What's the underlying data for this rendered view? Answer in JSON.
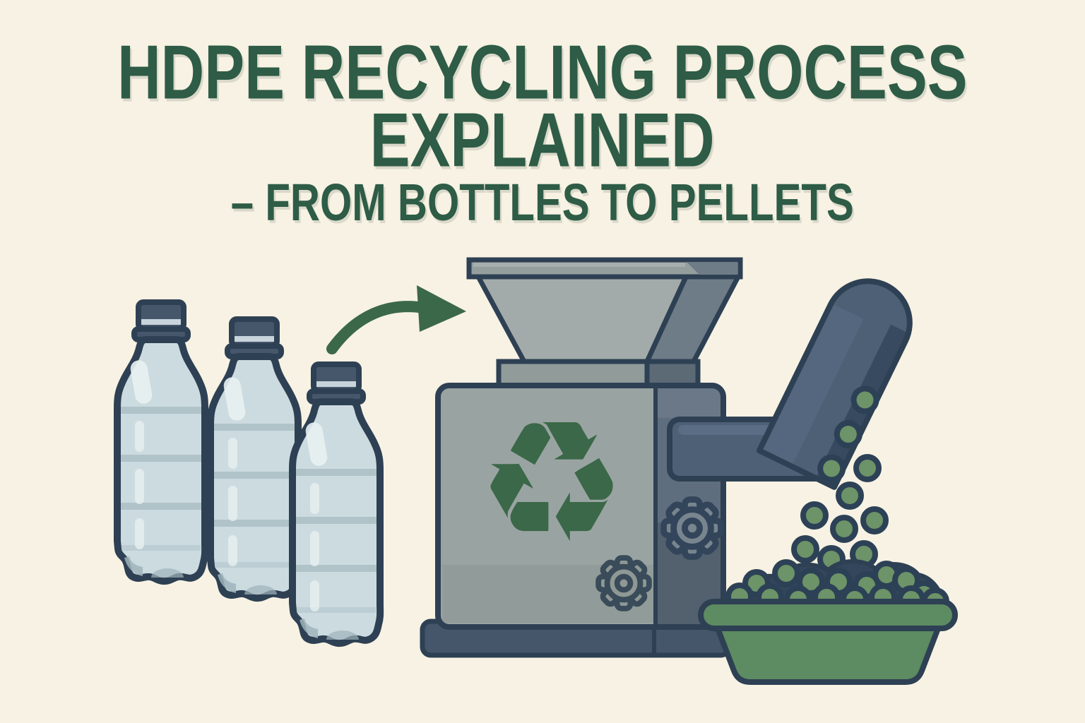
{
  "title": {
    "line1": "HDPE RECYCLING PROCESS",
    "line2": "EXPLAINED",
    "subtitle": "– FROM BOTTLES TO PELLETS"
  },
  "icons": {
    "recycle_symbol": "♻"
  },
  "palette": {
    "bg": "#f7f2e3",
    "title": "#2e5c46",
    "green": "#3b6848",
    "outline": "#2e4053",
    "bottle": "#ccdbe0",
    "bottle-shade": "#b0c3c9",
    "bottle-deep": "#9fb4bb",
    "bottle-hi": "#e9f1f2",
    "cap": "#46576c",
    "cap-band": "#c8d4db",
    "machine-face": "#99a4a2",
    "funnel-front": "#a3abaa",
    "funnel-side": "#6e7c87",
    "rim": "#949e9d",
    "collar": "#909b9a",
    "collar-dark": "#5c6a76",
    "side-panel": "#5f6e7e",
    "base": "#45566a",
    "gear-front-fill": "#8e9894",
    "gear-front-stroke": "#3a4b5a",
    "gear-side-fill": "#78858f",
    "gear-side-stroke": "#32455a",
    "chute": "#4d6076",
    "chute-light": "#5f7289",
    "chute-dark": "#374a5f",
    "pellet": "#6d9368",
    "pellet-stroke": "#2c4156",
    "bin": "#5d8b62",
    "heap": "#33465c"
  }
}
